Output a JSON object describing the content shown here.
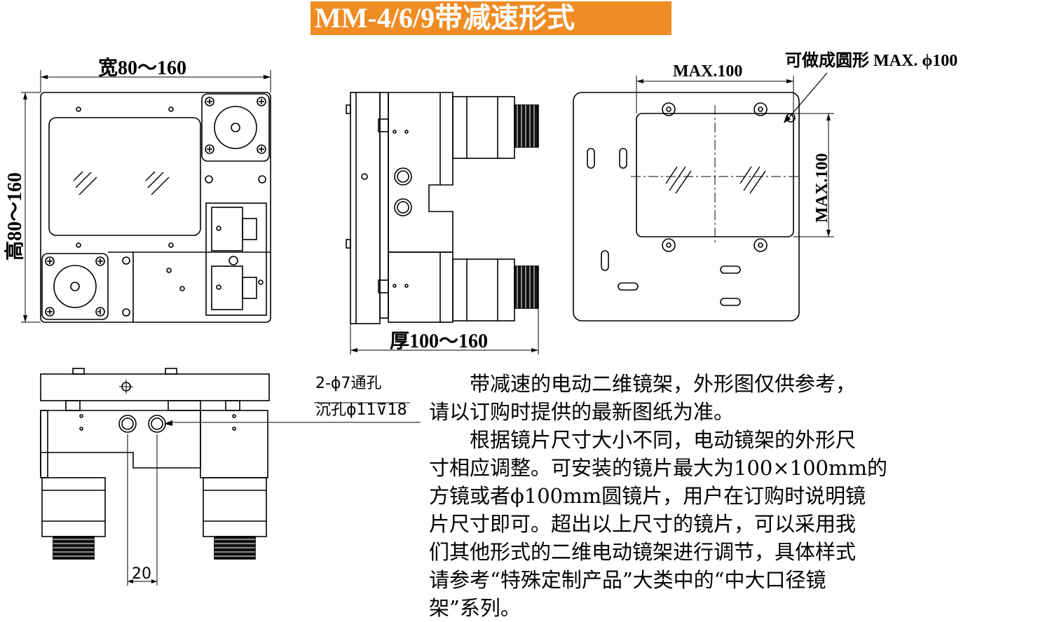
{
  "title": "MM-4/6/9带减速形式",
  "dimensions": {
    "width": "宽80～160",
    "height": "高80～160",
    "thickness": "厚100～160",
    "max_horizontal": "MAX.100",
    "max_vertical": "MAX.100",
    "round_note": "可做成圆形 MAX. ϕ100",
    "hole_line1": "2-ϕ7通孔",
    "hole_line2": "沉孔ϕ11⊽18",
    "spacing": "20"
  },
  "description": {
    "lines": [
      "　　带减速的电动二维镜架，外形图仅供参考，",
      "请以订购时提供的最新图纸为准。",
      "　　根据镜片尺寸大小不同，电动镜架的外形尺",
      "寸相应调整。可安装的镜片最大为100×100mm的",
      "方镜或者ϕ100mm圆镜片，用户在订购时说明镜",
      "片尺寸即可。超出以上尺寸的镜片，可以采用我",
      "们其他形式的二维电动镜架进行调节，具体样式",
      "请参考“特殊定制产品”大类中的“中大口径镜",
      "架”系列。"
    ]
  },
  "colors": {
    "banner": "#f08c24",
    "line": "#000000"
  }
}
